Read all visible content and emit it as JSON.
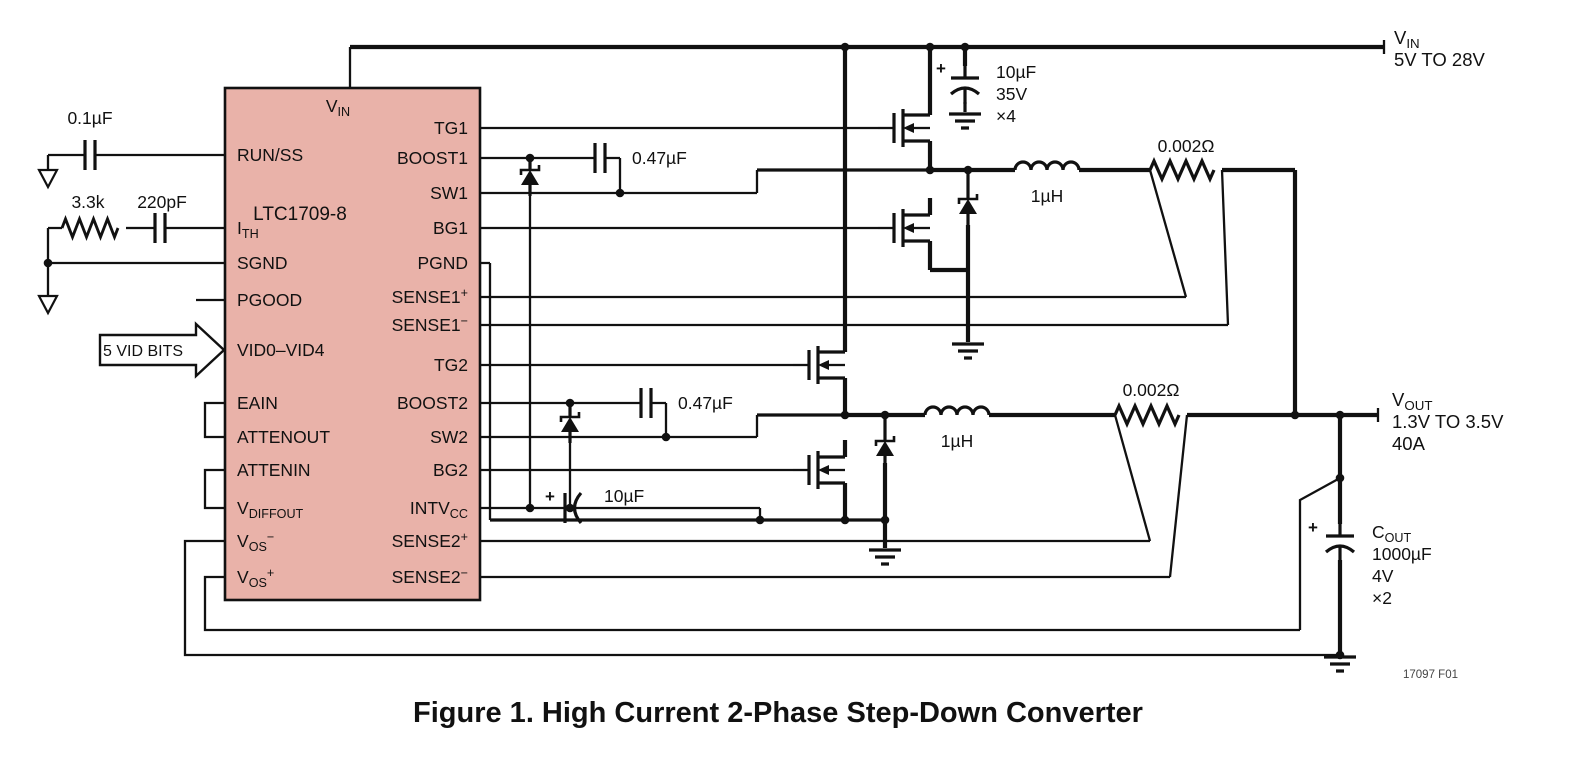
{
  "figure": {
    "caption": "Figure 1. High Current 2-Phase Step-Down Converter",
    "ref": "17097 F01"
  },
  "colors": {
    "ic_fill": "#e9b2a9"
  },
  "ic": {
    "name": "LTC1709-8",
    "top_pin": {
      "segs": [
        {
          "t": "V"
        },
        {
          "t": "IN",
          "m": "sub"
        }
      ]
    },
    "left_pins": [
      {
        "id": "run-ss",
        "label": "RUN/SS"
      },
      {
        "id": "ith",
        "segs": [
          {
            "t": "I"
          },
          {
            "t": "TH",
            "m": "sub"
          }
        ]
      },
      {
        "id": "sgnd",
        "label": "SGND"
      },
      {
        "id": "pgood",
        "label": "PGOOD"
      },
      {
        "id": "vid0-vid4",
        "label": "VID0–VID4"
      },
      {
        "id": "eain",
        "label": "EAIN"
      },
      {
        "id": "attenout",
        "label": "ATTENOUT"
      },
      {
        "id": "attenin",
        "label": "ATTENIN"
      },
      {
        "id": "vdiffout",
        "segs": [
          {
            "t": "V"
          },
          {
            "t": "DIFFOUT",
            "m": "sub"
          }
        ]
      },
      {
        "id": "vos-minus",
        "segs": [
          {
            "t": "V"
          },
          {
            "t": "OS",
            "m": "sub"
          },
          {
            "t": "−",
            "m": "sup"
          }
        ]
      },
      {
        "id": "vos-plus",
        "segs": [
          {
            "t": "V"
          },
          {
            "t": "OS",
            "m": "sub"
          },
          {
            "t": "+",
            "m": "sup"
          }
        ]
      }
    ],
    "right_pins": [
      {
        "id": "tg1",
        "label": "TG1"
      },
      {
        "id": "boost1",
        "label": "BOOST1"
      },
      {
        "id": "sw1",
        "label": "SW1"
      },
      {
        "id": "bg1",
        "label": "BG1"
      },
      {
        "id": "pgnd",
        "label": "PGND"
      },
      {
        "id": "sense1-plus",
        "segs": [
          {
            "t": "SENSE1"
          },
          {
            "t": "+",
            "m": "sup"
          }
        ]
      },
      {
        "id": "sense1-minus",
        "segs": [
          {
            "t": "SENSE1"
          },
          {
            "t": "−",
            "m": "sup"
          }
        ]
      },
      {
        "id": "tg2",
        "label": "TG2"
      },
      {
        "id": "boost2",
        "label": "BOOST2"
      },
      {
        "id": "sw2",
        "label": "SW2"
      },
      {
        "id": "bg2",
        "label": "BG2"
      },
      {
        "id": "intvcc",
        "segs": [
          {
            "t": "INTV"
          },
          {
            "t": "CC",
            "m": "sub"
          }
        ]
      },
      {
        "id": "sense2-plus",
        "segs": [
          {
            "t": "SENSE2"
          },
          {
            "t": "+",
            "m": "sup"
          }
        ]
      },
      {
        "id": "sense2-minus",
        "segs": [
          {
            "t": "SENSE2"
          },
          {
            "t": "−",
            "m": "sup"
          }
        ]
      }
    ]
  },
  "components": {
    "run_ss_cap": "0.1µF",
    "ith_res": "3.3k",
    "ith_cap": "220pF",
    "vid_input": "5 VID BITS",
    "boost1_cap": "0.47µF",
    "boost2_cap": "0.47µF",
    "input_cap": {
      "plus": "+",
      "value": "10µF",
      "voltage": "35V",
      "qty": "×4"
    },
    "l1": "1µH",
    "l2": "1µH",
    "rsense1": "0.002Ω",
    "rsense2": "0.002Ω",
    "intvcc_cap": {
      "plus": "+",
      "value": "10µF"
    },
    "output_cap": {
      "plus": "+",
      "name_segs": [
        {
          "t": "C"
        },
        {
          "t": "OUT",
          "m": "sub"
        }
      ],
      "value": "1000µF",
      "voltage": "4V",
      "qty": "×2"
    }
  },
  "rails": {
    "vin": {
      "name_segs": [
        {
          "t": "V"
        },
        {
          "t": "IN",
          "m": "sub"
        }
      ],
      "range": "5V TO 28V"
    },
    "vout": {
      "name_segs": [
        {
          "t": "V"
        },
        {
          "t": "OUT",
          "m": "sub"
        }
      ],
      "range": "1.3V TO 3.5V",
      "current": "40A"
    }
  }
}
